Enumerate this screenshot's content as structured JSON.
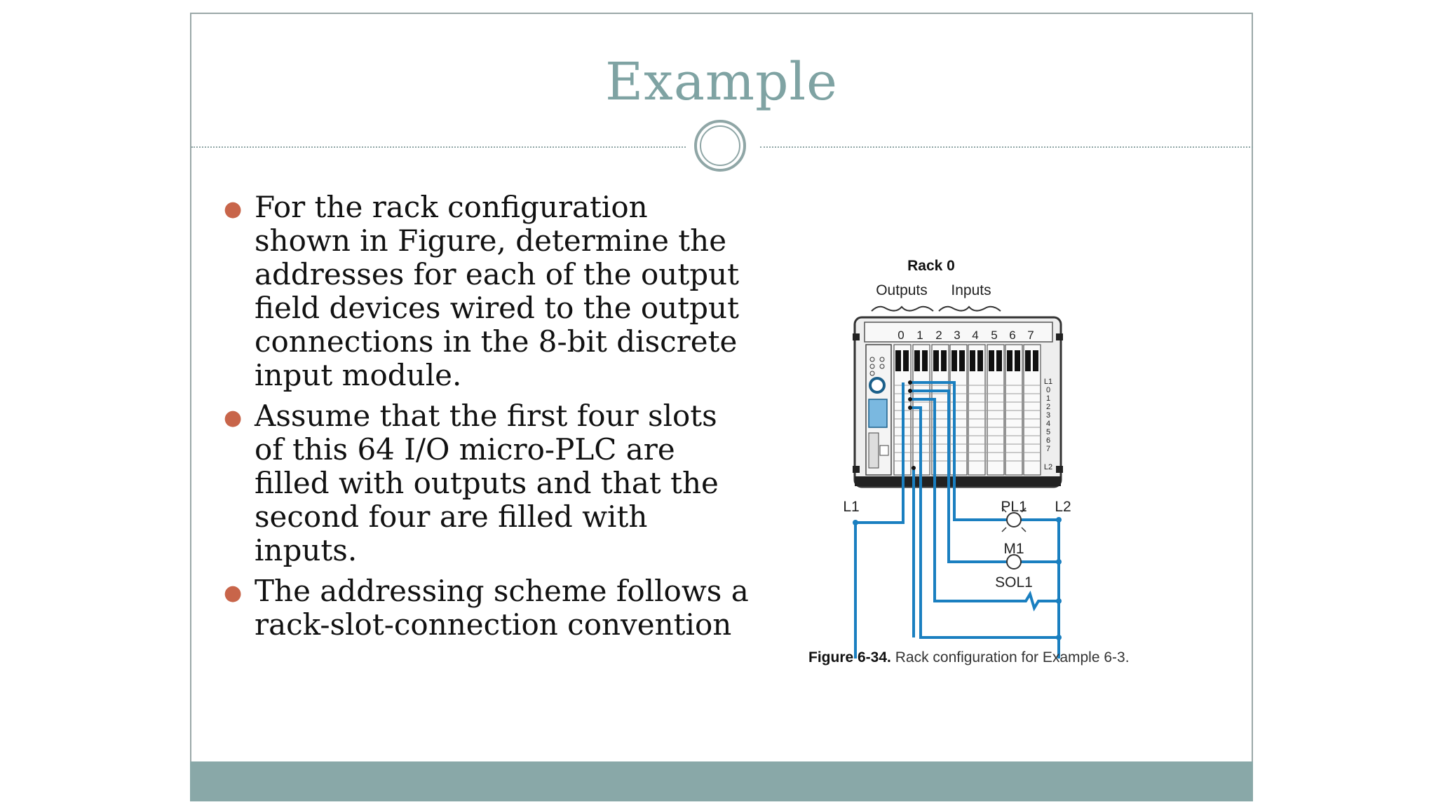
{
  "slide": {
    "title": "Example",
    "bullets": [
      "For the rack configuration shown in Figure, determine the addresses for each of the output field devices wired to the output connections in the 8-bit discrete input module.",
      "Assume that the first four slots of this 64 I/O micro-PLC are filled with outputs and that the second four are filled with inputs.",
      "The addressing scheme follows a rack-slot-connection convention"
    ]
  },
  "figure": {
    "rack_label": "Rack 0",
    "outputs_label": "Outputs",
    "inputs_label": "Inputs",
    "slot_numbers": [
      "0",
      "1",
      "2",
      "3",
      "4",
      "5",
      "6",
      "7"
    ],
    "terminal_labels": [
      "L1",
      "0",
      "1",
      "2",
      "3",
      "4",
      "5",
      "6",
      "7",
      "L2"
    ],
    "line_labels": {
      "l1": "L1",
      "l2": "L2"
    },
    "devices": [
      "PL1",
      "M1",
      "SOL1"
    ],
    "caption_bold": "Figure 6-34.",
    "caption_text": "Rack configuration for Example 6-3.",
    "wire_color": "#1a7fc0"
  }
}
